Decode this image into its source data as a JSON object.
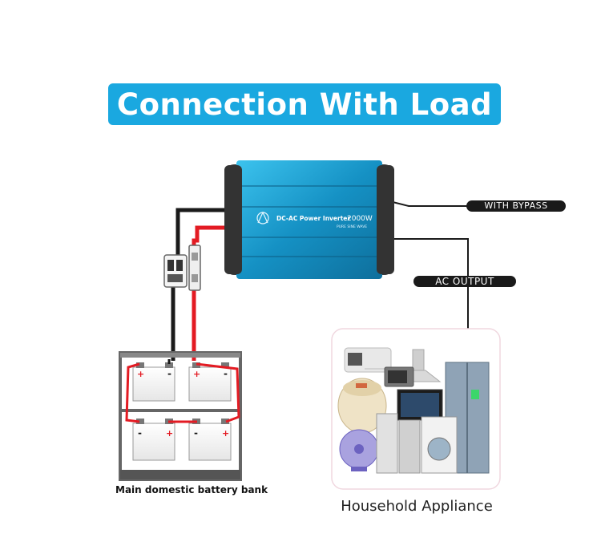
{
  "title": "Connection With Load",
  "inverter": {
    "label": "DC-AC Power Inverter",
    "power": "2000W",
    "subtext": "PURE SINE WAVE"
  },
  "labels": {
    "bypass": "WITH BYPASS",
    "ac_output": "AC OUTPUT"
  },
  "battery": {
    "caption": "Main domestic battery bank",
    "plus": "+",
    "minus": "-"
  },
  "appliance": {
    "caption": "Household Appliance"
  },
  "colors": {
    "banner": "#1aa8e0",
    "inverter": "#1b9ccc",
    "red_wire": "#e31b23",
    "black_wire": "#1a1a1a"
  }
}
